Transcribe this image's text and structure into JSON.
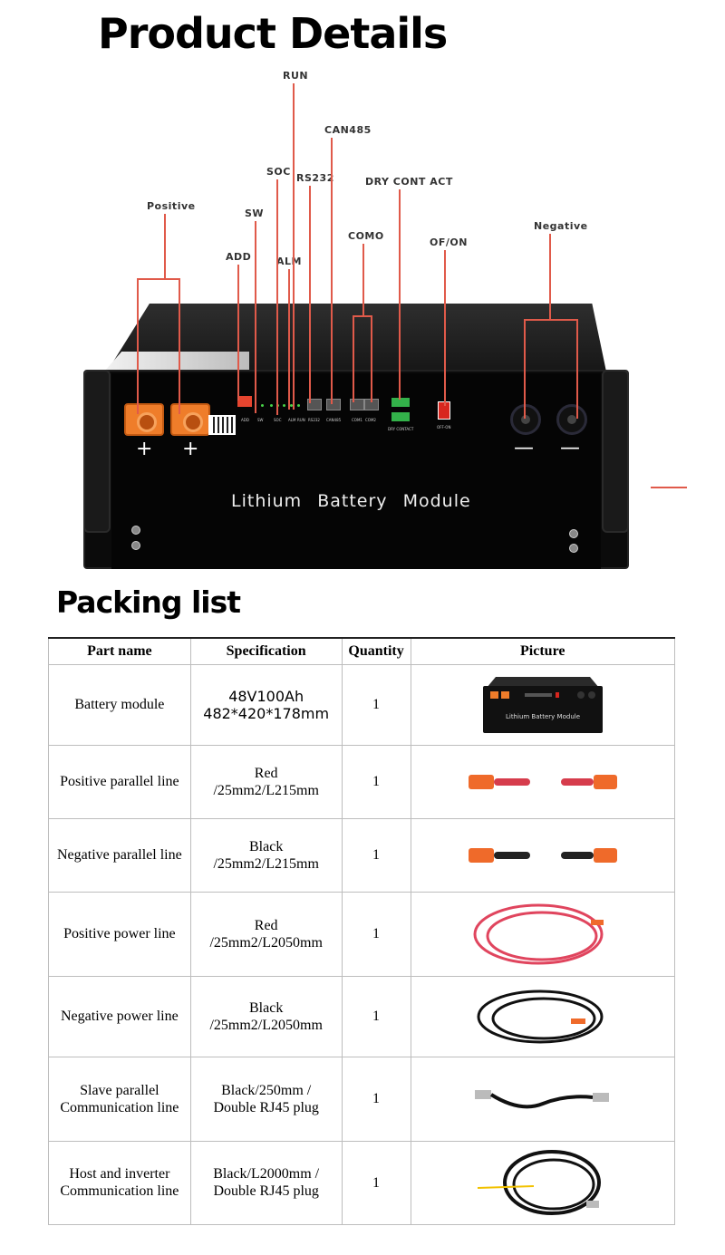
{
  "page": {
    "title": "Product Details",
    "packing_title": "Packing list"
  },
  "diagram": {
    "callouts": {
      "run": "RUN",
      "can485": "CAN485",
      "soc": "SOC",
      "rs232": "RS232",
      "dry_cont_act": "DRY CONT ACT",
      "positive": "Positive",
      "sw": "SW",
      "add": "ADD",
      "alm": "ALM",
      "como": "COMO",
      "of_on": "OF/ON",
      "negative": "Negative"
    },
    "module_label": "Lithium Battery Module",
    "plus": "+",
    "minus": "—",
    "panel_labels": {
      "add": "ADD",
      "sw": "SW",
      "soc": "SOC",
      "alm": "ALM",
      "run": "RUN",
      "rs232": "RS232",
      "can485": "CAN485",
      "com1": "COM1",
      "com2": "COM2",
      "dry_contact": "DRY CONTACT",
      "off_on": "OFF-ON"
    },
    "colors": {
      "callout_line": "#e05a4a",
      "terminal_positive": "#ef7d2a"
    }
  },
  "table": {
    "headers": [
      "Part name",
      "Specification",
      "Quantity",
      "Picture"
    ],
    "rows": [
      {
        "name": "Battery module",
        "spec1": "48V100Ah",
        "spec2": "482*420*178mm",
        "qty": "1",
        "picture": "battery-module-image"
      },
      {
        "name": "Positive parallel line",
        "spec1": "Red",
        "spec2": "/25mm2/L215mm",
        "qty": "1",
        "picture": "red-short-cable-image"
      },
      {
        "name": "Negative parallel line",
        "spec1": "Black",
        "spec2": "/25mm2/L215mm",
        "qty": "1",
        "picture": "black-short-cable-image"
      },
      {
        "name": "Positive power line",
        "spec1": "Red",
        "spec2": "/25mm2/L2050mm",
        "qty": "1",
        "picture": "red-coiled-cable-image"
      },
      {
        "name": "Negative power line",
        "spec1": "Black",
        "spec2": "/25mm2/L2050mm",
        "qty": "1",
        "picture": "black-coiled-cable-image"
      },
      {
        "name1": "Slave parallel",
        "name2": "Communication line",
        "spec1": "Black/250mm /",
        "spec2": "Double RJ45 plug",
        "qty": "1",
        "picture": "short-rj45-cable-image"
      },
      {
        "name1": "Host and inverter",
        "name2": "Communication line",
        "spec1": "Black/L2000mm /",
        "spec2": "Double RJ45 plug",
        "qty": "1",
        "picture": "long-rj45-cable-image"
      }
    ]
  },
  "mini_module_label": "Lithium Battery Module"
}
